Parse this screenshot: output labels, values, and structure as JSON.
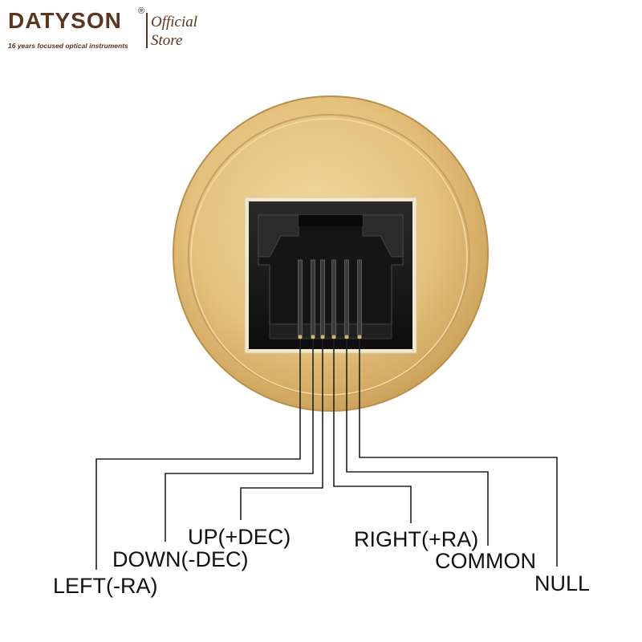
{
  "brand": {
    "name": "DATYSON",
    "registered_mark": "®",
    "official": "Official",
    "store": "Store",
    "tagline": "16 years focused optical instruments",
    "color": "#5a3522"
  },
  "connector": {
    "type": "RJ12 6-pin socket",
    "housing_color": "#e5c581",
    "socket_color": "#1a1a1a",
    "pin_count": 6
  },
  "pins": [
    {
      "id": "left",
      "label": "LEFT(-RA)"
    },
    {
      "id": "down",
      "label": "DOWN(-DEC)"
    },
    {
      "id": "up",
      "label": "UP(+DEC)"
    },
    {
      "id": "right",
      "label": "RIGHT(+RA)"
    },
    {
      "id": "common",
      "label": "COMMON"
    },
    {
      "id": "null",
      "label": "NULL"
    }
  ],
  "wire_color": "#222222"
}
